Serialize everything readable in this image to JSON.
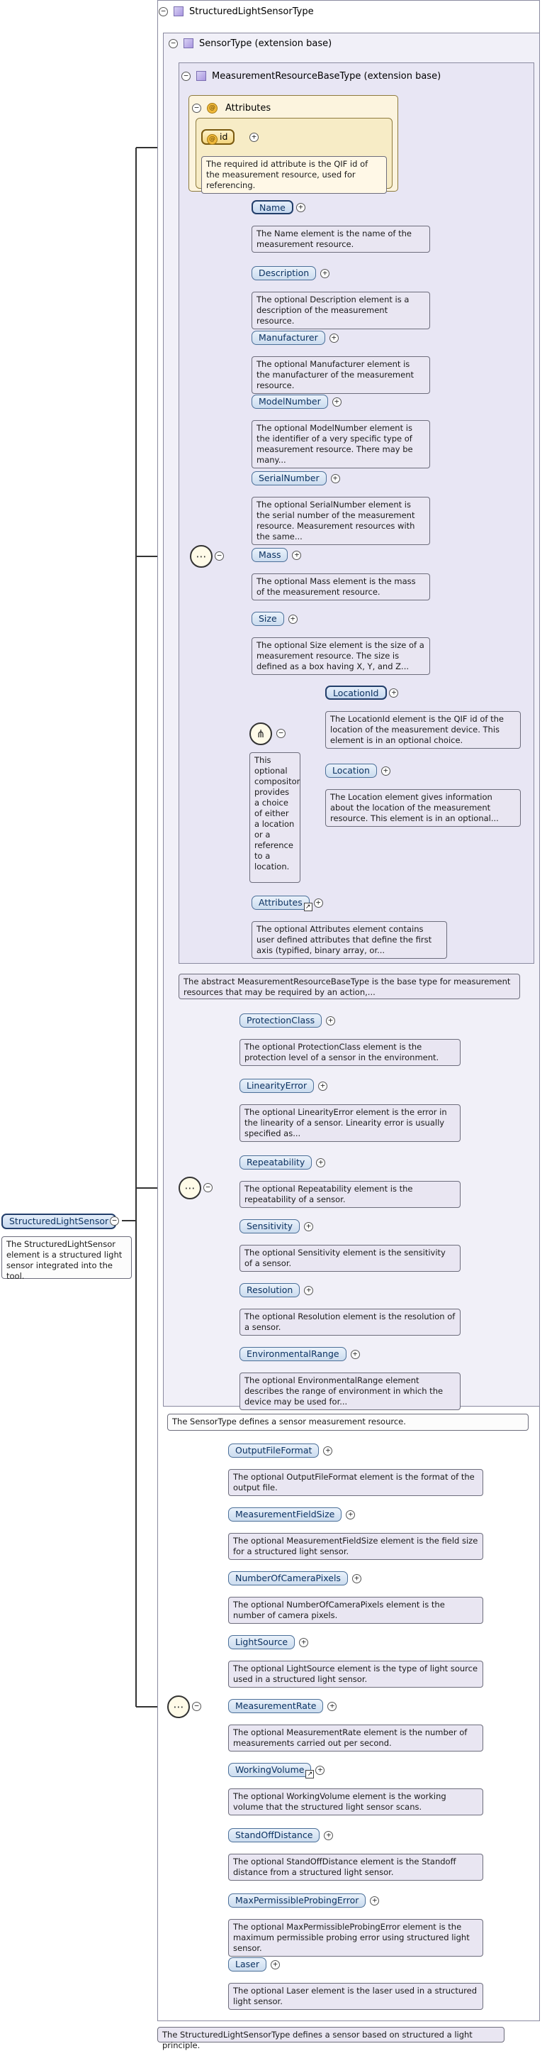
{
  "root": {
    "type_name": "StructuredLightSensorType",
    "element_name": "StructuredLightSensor",
    "element_doc": "The StructuredLightSensor element is a structured light sensor integrated into the tool.",
    "footer_doc": "The StructuredLightSensorType defines a sensor based on structured a light principle."
  },
  "sensor_type": {
    "label": "SensorType (extension base)",
    "doc": "The SensorType defines a sensor measurement resource."
  },
  "base_type": {
    "label": "MeasurementResourceBaseType (extension base)",
    "doc": "The abstract MeasurementResourceBaseType is the base type for measurement resources that may be required by an action,..."
  },
  "attributes": {
    "title": "Attributes",
    "id_label": "id",
    "id_doc": "The required id attribute is the QIF id of the measurement resource, used for referencing."
  },
  "base_elements": [
    {
      "name": "Name",
      "doc": "The Name element is the name of the measurement resource."
    },
    {
      "name": "Description",
      "doc": "The optional Description element is a description of the measurement resource."
    },
    {
      "name": "Manufacturer",
      "doc": "The optional Manufacturer element is the manufacturer of the measurement resource."
    },
    {
      "name": "ModelNumber",
      "doc": "The optional ModelNumber element is the identifier of a very specific type of measurement resource. There may be many..."
    },
    {
      "name": "SerialNumber",
      "doc": "The optional SerialNumber element is the serial number of the measurement resource. Measurement resources with the same..."
    },
    {
      "name": "Mass",
      "doc": "The optional Mass element is the mass of the measurement resource."
    },
    {
      "name": "Size",
      "doc": "The optional Size element is the size of a measurement resource. The size is defined as a box having X, Y, and Z..."
    }
  ],
  "choice": {
    "doc": "This optional compositor provides a choice of either a location or a reference to a location.",
    "items": [
      {
        "name": "LocationId",
        "doc": "The LocationId element is the QIF id of the location of the measurement device. This element is in an optional choice."
      },
      {
        "name": "Location",
        "doc": "The Location element gives information about the location of the measurement resource. This element is in an optional..."
      }
    ]
  },
  "base_attributes_element": {
    "name": "Attributes",
    "doc": "The optional Attributes element contains user defined attributes that define the first axis (typified, binary array, or..."
  },
  "sensor_elements": [
    {
      "name": "ProtectionClass",
      "doc": "The optional ProtectionClass element is the protection level of a sensor in the environment."
    },
    {
      "name": "LinearityError",
      "doc": "The optional LinearityError element is the error in the linearity of a sensor. Linearity error is usually specified as..."
    },
    {
      "name": "Repeatability",
      "doc": "The optional Repeatability element is the repeatability of a sensor."
    },
    {
      "name": "Sensitivity",
      "doc": "The optional Sensitivity element is the sensitivity of a sensor."
    },
    {
      "name": "Resolution",
      "doc": "The optional Resolution element is the resolution of a sensor."
    },
    {
      "name": "EnvironmentalRange",
      "doc": "The optional EnvironmentalRange element describes the range of environment in which the device may be used for..."
    }
  ],
  "structured_elements": [
    {
      "name": "OutputFileFormat",
      "doc": "The optional OutputFileFormat element is the format of the output file."
    },
    {
      "name": "MeasurementFieldSize",
      "doc": "The optional MeasurementFieldSize element is the field size for a structured light sensor."
    },
    {
      "name": "NumberOfCameraPixels",
      "doc": "The optional NumberOfCameraPixels element is the number of camera pixels."
    },
    {
      "name": "LightSource",
      "doc": "The optional LightSource element is the type of light source used in a structured light sensor."
    },
    {
      "name": "MeasurementRate",
      "doc": "The optional MeasurementRate element is the number of measurements carried out per second."
    },
    {
      "name": "WorkingVolume",
      "doc": "The optional WorkingVolume element is the working volume that the structured light sensor scans."
    },
    {
      "name": "StandOffDistance",
      "doc": "The optional StandOffDistance element is the Standoff distance from a structured light sensor."
    },
    {
      "name": "MaxPermissibleProbingError",
      "doc": "The optional MaxPermissibleProbingError element is the maximum permissible probing error using structured light sensor."
    },
    {
      "name": "Laser",
      "doc": "The optional Laser element is the laser used in a structured light sensor."
    }
  ]
}
